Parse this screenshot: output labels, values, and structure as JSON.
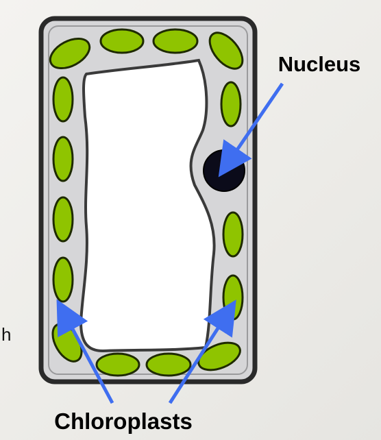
{
  "diagram": {
    "labels": {
      "nucleus": "Nucleus",
      "chloroplasts": "Chloroplasts",
      "edge_fragment": "h"
    },
    "colors": {
      "background": "#eceae6",
      "cell_wall": "#2a2a2a",
      "cytoplasm": "#d6d6d8",
      "vacuole": "#ffffff",
      "chloroplast_fill": "#8fc400",
      "chloroplast_outline": "#1e2a00",
      "nucleus_fill": "#0b0b1a",
      "arrow": "#3f6ef0"
    },
    "icons": [
      "plant-cell",
      "chloroplast",
      "nucleus",
      "arrow"
    ]
  }
}
